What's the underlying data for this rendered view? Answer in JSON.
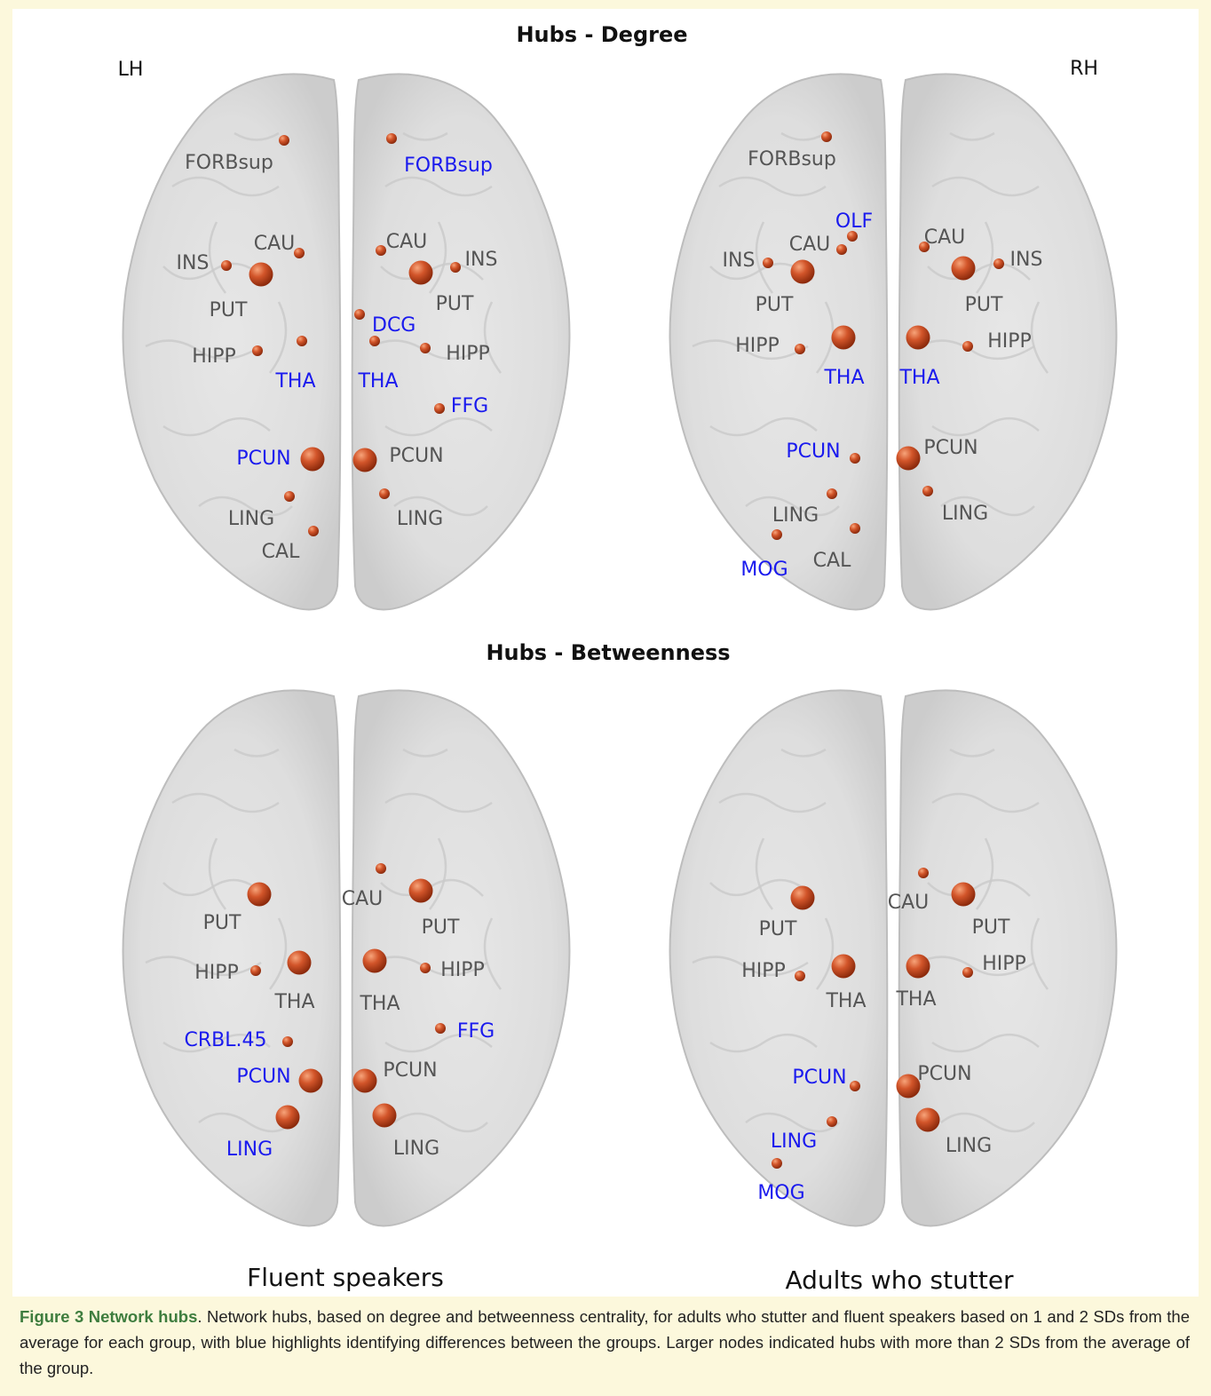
{
  "headings": {
    "degree": "Hubs - Degree",
    "betweenness": "Hubs - Betweenness",
    "lh": "LH",
    "rh": "RH",
    "fluent": "Fluent speakers",
    "stutter": "Adults who stutter"
  },
  "caption": {
    "label": "Figure 3 Network hubs",
    "text": ". Network hubs, based on degree and betweenness centrality, for adults who stutter and fluent speakers based on 1 and 2 SDs from the average for each group, with blue highlights identifying differences between the groups. Larger nodes indicated hubs with more than 2 SDs from the average of the group."
  },
  "colors": {
    "node": "#c8461e",
    "gray_label": "#555555",
    "blue_label": "#1a1aee"
  },
  "panels": [
    {
      "id": "degree-fluent",
      "nodes": [
        {
          "label": "FORBsup",
          "color": "gray",
          "size": "small"
        },
        {
          "label": "FORBsup",
          "color": "blue",
          "size": "small"
        },
        {
          "label": "CAU",
          "color": "gray",
          "size": "small"
        },
        {
          "label": "CAU",
          "color": "gray",
          "size": "small"
        },
        {
          "label": "INS",
          "color": "gray",
          "size": "small"
        },
        {
          "label": "INS",
          "color": "gray",
          "size": "small"
        },
        {
          "label": "PUT",
          "color": "gray",
          "size": "large"
        },
        {
          "label": "PUT",
          "color": "gray",
          "size": "large"
        },
        {
          "label": "DCG",
          "color": "blue",
          "size": "small"
        },
        {
          "label": "HIPP",
          "color": "gray",
          "size": "small"
        },
        {
          "label": "HIPP",
          "color": "gray",
          "size": "small"
        },
        {
          "label": "THA",
          "color": "blue",
          "size": "small"
        },
        {
          "label": "THA",
          "color": "blue",
          "size": "small"
        },
        {
          "label": "FFG",
          "color": "blue",
          "size": "small"
        },
        {
          "label": "PCUN",
          "color": "blue",
          "size": "large"
        },
        {
          "label": "PCUN",
          "color": "gray",
          "size": "large"
        },
        {
          "label": "LING",
          "color": "gray",
          "size": "small"
        },
        {
          "label": "LING",
          "color": "gray",
          "size": "small"
        },
        {
          "label": "CAL",
          "color": "gray",
          "size": "small"
        }
      ]
    },
    {
      "id": "degree-stutter",
      "nodes": [
        {
          "label": "FORBsup",
          "color": "gray",
          "size": "small"
        },
        {
          "label": "OLF",
          "color": "blue",
          "size": "small"
        },
        {
          "label": "CAU",
          "color": "gray",
          "size": "small"
        },
        {
          "label": "CAU",
          "color": "gray",
          "size": "small"
        },
        {
          "label": "INS",
          "color": "gray",
          "size": "small"
        },
        {
          "label": "INS",
          "color": "gray",
          "size": "small"
        },
        {
          "label": "PUT",
          "color": "gray",
          "size": "large"
        },
        {
          "label": "PUT",
          "color": "gray",
          "size": "large"
        },
        {
          "label": "HIPP",
          "color": "gray",
          "size": "small"
        },
        {
          "label": "HIPP",
          "color": "gray",
          "size": "small"
        },
        {
          "label": "THA",
          "color": "blue",
          "size": "large"
        },
        {
          "label": "THA",
          "color": "blue",
          "size": "large"
        },
        {
          "label": "PCUN",
          "color": "blue",
          "size": "small"
        },
        {
          "label": "PCUN",
          "color": "gray",
          "size": "large"
        },
        {
          "label": "LING",
          "color": "gray",
          "size": "small"
        },
        {
          "label": "LING",
          "color": "gray",
          "size": "small"
        },
        {
          "label": "MOG",
          "color": "blue",
          "size": "small"
        },
        {
          "label": "CAL",
          "color": "gray",
          "size": "small"
        }
      ]
    },
    {
      "id": "betweenness-fluent",
      "nodes": [
        {
          "label": "PUT",
          "color": "gray",
          "size": "large"
        },
        {
          "label": "CAU",
          "color": "gray",
          "size": "small"
        },
        {
          "label": "PUT",
          "color": "gray",
          "size": "large"
        },
        {
          "label": "HIPP",
          "color": "gray",
          "size": "small"
        },
        {
          "label": "THA",
          "color": "gray",
          "size": "large"
        },
        {
          "label": "THA",
          "color": "gray",
          "size": "large"
        },
        {
          "label": "HIPP",
          "color": "gray",
          "size": "small"
        },
        {
          "label": "CRBL.45",
          "color": "blue",
          "size": "small"
        },
        {
          "label": "FFG",
          "color": "blue",
          "size": "small"
        },
        {
          "label": "PCUN",
          "color": "blue",
          "size": "large"
        },
        {
          "label": "PCUN",
          "color": "gray",
          "size": "large"
        },
        {
          "label": "LING",
          "color": "blue",
          "size": "large"
        },
        {
          "label": "LING",
          "color": "gray",
          "size": "large"
        }
      ]
    },
    {
      "id": "betweenness-stutter",
      "nodes": [
        {
          "label": "PUT",
          "color": "gray",
          "size": "large"
        },
        {
          "label": "CAU",
          "color": "gray",
          "size": "small"
        },
        {
          "label": "PUT",
          "color": "gray",
          "size": "large"
        },
        {
          "label": "HIPP",
          "color": "gray",
          "size": "small"
        },
        {
          "label": "THA",
          "color": "gray",
          "size": "large"
        },
        {
          "label": "THA",
          "color": "gray",
          "size": "large"
        },
        {
          "label": "HIPP",
          "color": "gray",
          "size": "small"
        },
        {
          "label": "PCUN",
          "color": "blue",
          "size": "small"
        },
        {
          "label": "PCUN",
          "color": "gray",
          "size": "large"
        },
        {
          "label": "LING",
          "color": "blue",
          "size": "small"
        },
        {
          "label": "LING",
          "color": "gray",
          "size": "large"
        },
        {
          "label": "MOG",
          "color": "blue",
          "size": "small"
        }
      ]
    }
  ]
}
